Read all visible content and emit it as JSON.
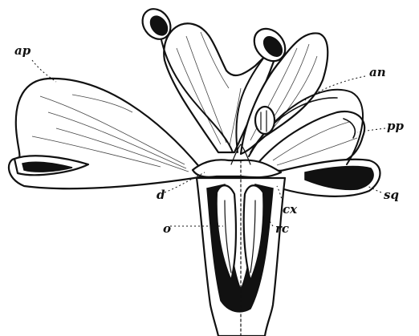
{
  "labels": {
    "ap": "ap",
    "an": "an",
    "pp": "pp",
    "sq": "sq",
    "d": "d",
    "cx": "cx",
    "o": "o",
    "rc": "rc"
  }
}
